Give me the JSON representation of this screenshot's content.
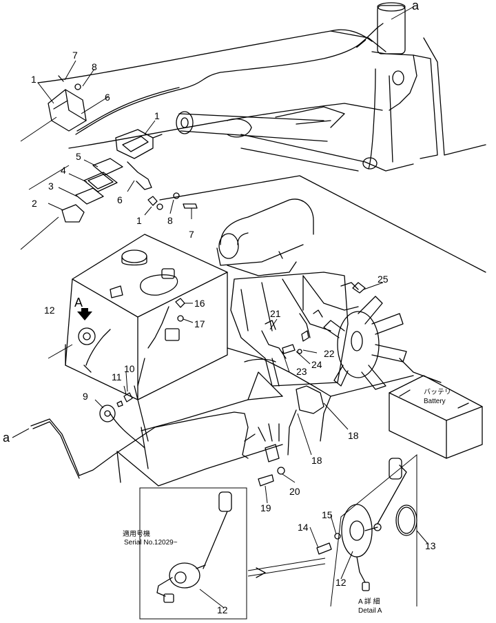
{
  "callouts": {
    "c1a": "1",
    "c1b": "1",
    "c1c": "1",
    "c2": "2",
    "c3": "3",
    "c4": "4",
    "c5": "5",
    "c6a": "6",
    "c6b": "6",
    "c7a": "7",
    "c7b": "7",
    "c8a": "8",
    "c8b": "8",
    "c9": "9",
    "c10": "10",
    "c11": "11",
    "c12a": "12",
    "c12b": "12",
    "c12c": "12",
    "c13": "13",
    "c14": "14",
    "c15": "15",
    "c16": "16",
    "c17": "17",
    "c18a": "18",
    "c18b": "18",
    "c19": "19",
    "c20": "20",
    "c21": "21",
    "c22": "22",
    "c23": "23",
    "c24": "24",
    "c25": "25"
  },
  "refs": {
    "a_top": "a",
    "a_left": "a",
    "view_a": "A"
  },
  "battery": {
    "jp": "バッテリ",
    "en": "Battery"
  },
  "serial_box": {
    "jp": "適用号機",
    "en": "Serial No.12029~"
  },
  "detail": {
    "jp": "A 詳 細",
    "en": "Detail A"
  }
}
